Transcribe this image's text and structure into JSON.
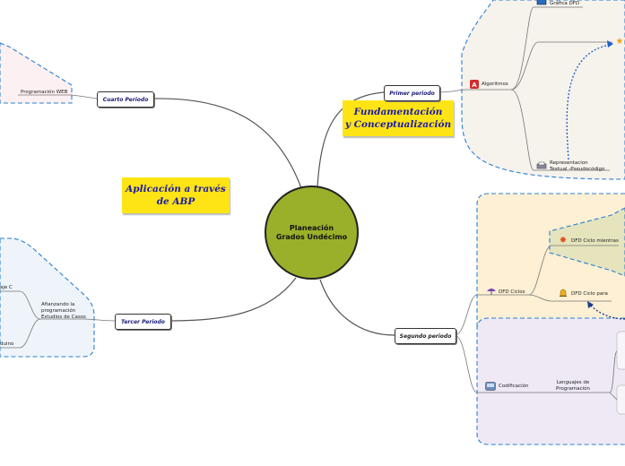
{
  "center": {
    "line1": "Planeación",
    "line2": "Grados Undécimo"
  },
  "notes": {
    "fundamentacion": {
      "line1": "Fundamentación",
      "line2": "y Conceptualización"
    },
    "abp": {
      "line1": "Aplicación a través",
      "line2": "de ABP"
    }
  },
  "periods": {
    "primer": "Primer periodo",
    "segundo": "Segundo periodo",
    "tercer": "Tercer Periodo",
    "cuarto": "Cuarto Periodo"
  },
  "primer_children": {
    "grafica_dfd": "Gráfica DFD",
    "algoritmos": "Algoritmos",
    "representacion_line1": "Representacion",
    "representacion_line2": "Textual -Pseudocódigo"
  },
  "segundo_children": {
    "dfd_ciclos": "DFD Ciclos",
    "dfd_ciclo_mientras": "DFD Ciclo mientras",
    "dfd_ciclo_para": "DFD Ciclo para",
    "codificacion": "Codificación",
    "lenguajes_line1": "Lenguajes de",
    "lenguajes_line2": "Programación"
  },
  "tercer_children": {
    "afianzando_line1": "Afianzando la",
    "afianzando_line2": "programación",
    "afianzando_line3": "Estudios de Casos",
    "aje_c": "aje C",
    "duino": "duino"
  },
  "cuarto_children": {
    "programacion_web": "Programación WEB"
  },
  "colors": {
    "center_fill": "#9ab02a",
    "note_fill": "#ffe415",
    "dashed_border": "#2a7fd4",
    "primer_zone": "#f6f2ec",
    "ciclos_zone": "#fdf0d4",
    "mientras_zone": "#e5e4bd",
    "codificacion_zone": "#efe9f5",
    "tercer_zone": "#eef4fa",
    "cuarto_zone": "#fdf0f2"
  },
  "icons": {
    "grafica_dfd": "monitor-icon",
    "algoritmos": "letter-a-icon",
    "representacion": "printer-icon",
    "star": "star-icon",
    "dfd_ciclos": "umbrella-icon",
    "dfd_ciclo_mientras": "burst-icon",
    "dfd_ciclo_para": "bell-icon",
    "codificacion": "computer-icon"
  }
}
